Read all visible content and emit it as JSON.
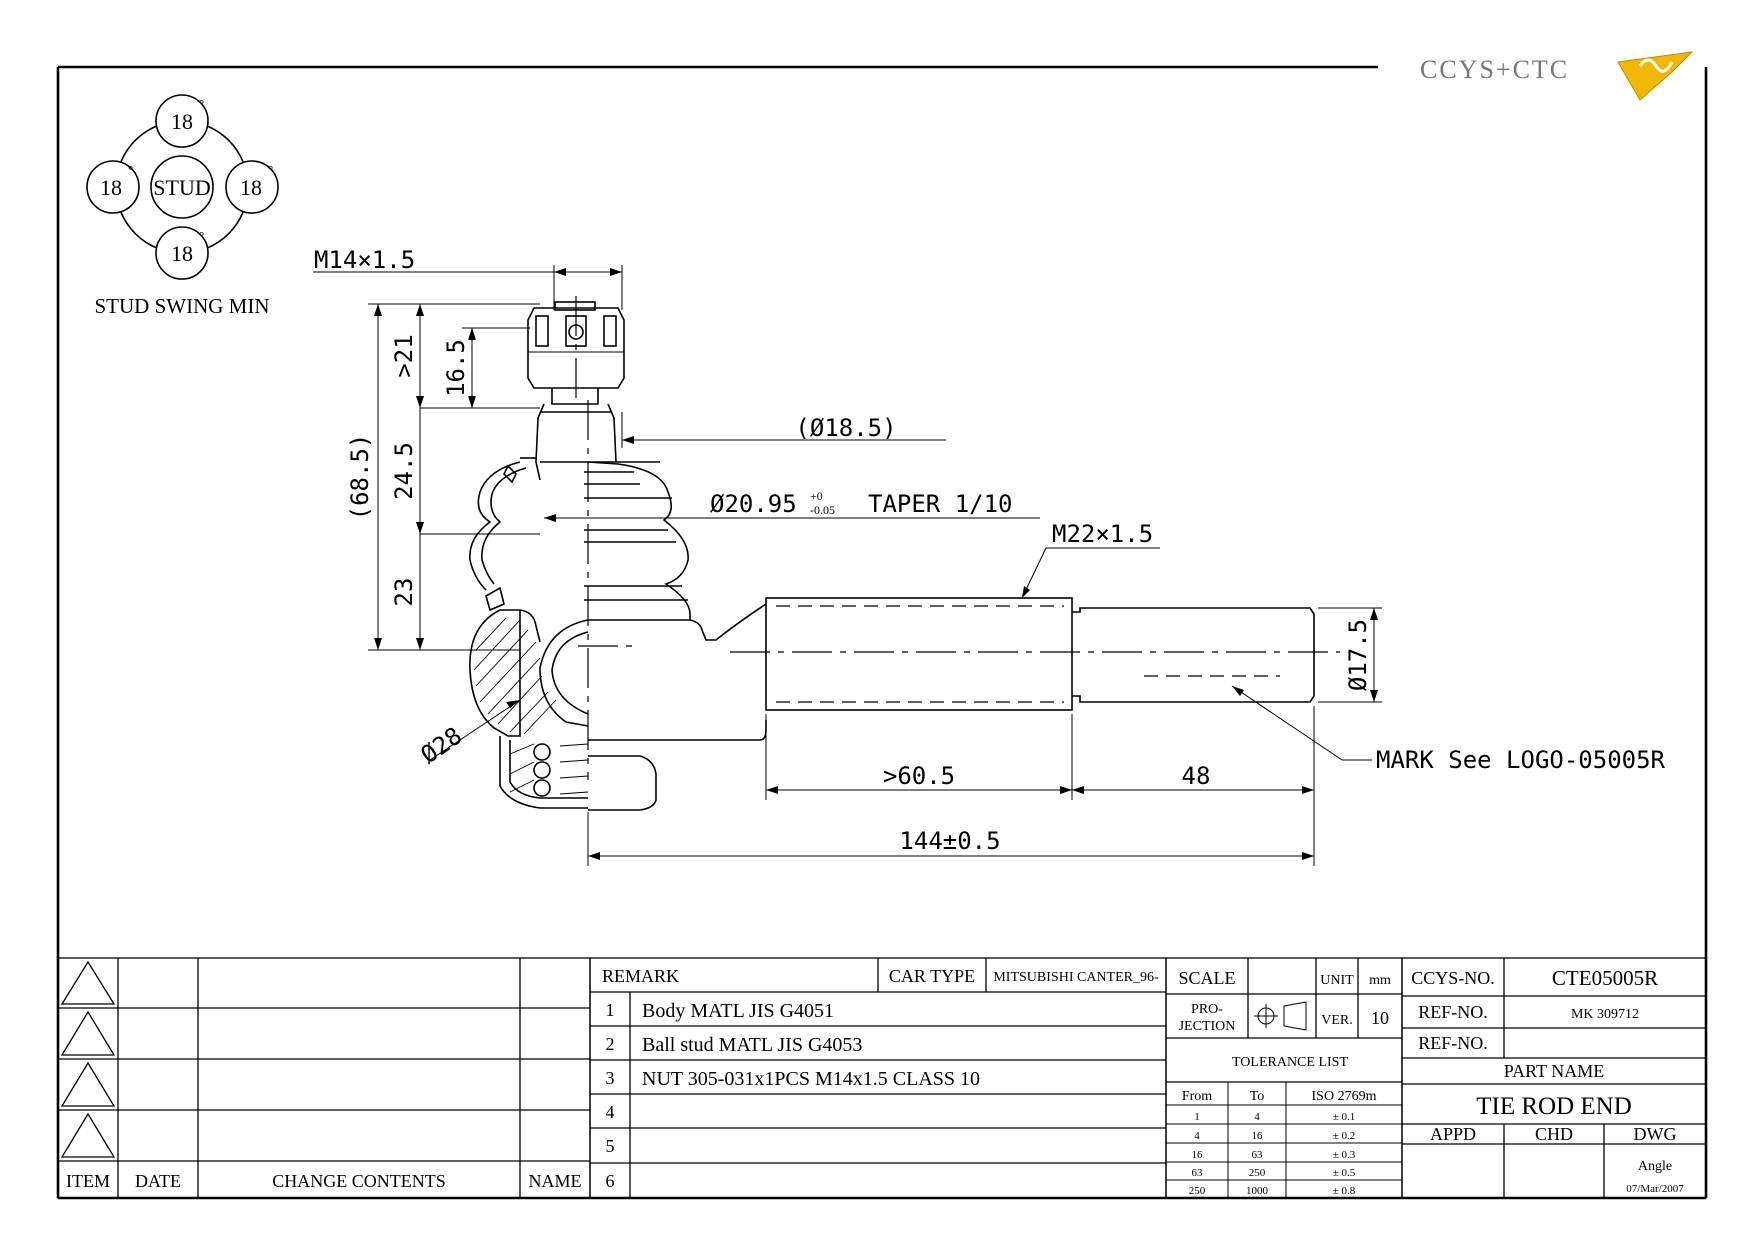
{
  "logo": {
    "text": "CCYS+CTC"
  },
  "stud_swing": {
    "center_label": "STUD",
    "angle_value": "18",
    "degree_mark": "°",
    "caption": "STUD SWING MIN"
  },
  "dimensions": {
    "thread_stud": "M14×1.5",
    "overall_height": "(68.5)",
    "h_21": ">21",
    "h_16_5": "16.5",
    "h_24_5": "24.5",
    "h_23": "23",
    "dia_18_5": "(Ø18.5)",
    "taper_dia": "Ø20.95",
    "taper_tol_upper": "+0",
    "taper_tol_lower": "-0.05",
    "taper_ratio": "TAPER 1/10",
    "thread_shank": "M22×1.5",
    "dia_17_5": "Ø17.5",
    "dia_28": "Ø28",
    "len_60_5": ">60.5",
    "len_48": "48",
    "len_total": "144±0.5",
    "mark_note": "MARK See LOGO-05005R"
  },
  "revision_table": {
    "headers": {
      "item": "ITEM",
      "date": "DATE",
      "change": "CHANGE CONTENTS",
      "name": "NAME"
    }
  },
  "remark_table": {
    "header": "REMARK",
    "car_type_label": "CAR TYPE",
    "car_type_value": "MITSUBISHI CANTER_96-",
    "rows": [
      {
        "no": "1",
        "text": "Body MATL JIS G4051"
      },
      {
        "no": "2",
        "text": "Ball stud MATL JIS G4053"
      },
      {
        "no": "3",
        "text": "NUT 305-031x1PCS M14x1.5 CLASS 10"
      },
      {
        "no": "4",
        "text": ""
      },
      {
        "no": "5",
        "text": ""
      },
      {
        "no": "6",
        "text": ""
      }
    ]
  },
  "title_block": {
    "scale_label": "SCALE",
    "unit_label": "UNIT",
    "unit_value": "mm",
    "projection_label_1": "PRO-",
    "projection_label_2": "JECTION",
    "ver_label": "VER.",
    "ver_value": "10",
    "tolerance_title": "TOLERANCE LIST",
    "tolerance_headers": {
      "from": "From",
      "to": "To",
      "iso": "ISO 2769m"
    },
    "tolerance_rows": [
      {
        "from": "1",
        "to": "4",
        "tol": "± 0.1"
      },
      {
        "from": "4",
        "to": "16",
        "tol": "± 0.2"
      },
      {
        "from": "16",
        "to": "63",
        "tol": "± 0.3"
      },
      {
        "from": "63",
        "to": "250",
        "tol": "± 0.5"
      },
      {
        "from": "250",
        "to": "1000",
        "tol": "± 0.8"
      }
    ],
    "ccys_no_label": "CCYS-NO.",
    "ccys_no_value": "CTE05005R",
    "ref_no_label": "REF-NO.",
    "ref_no_value": "MK 309712",
    "ref_no_label_2": "REF-NO.",
    "part_name_label": "PART NAME",
    "part_name_value": "TIE ROD END",
    "appd_label": "APPD",
    "chd_label": "CHD",
    "dwg_label": "DWG",
    "dwg_value": "Angle",
    "date_value": "07/Mar/2007"
  }
}
